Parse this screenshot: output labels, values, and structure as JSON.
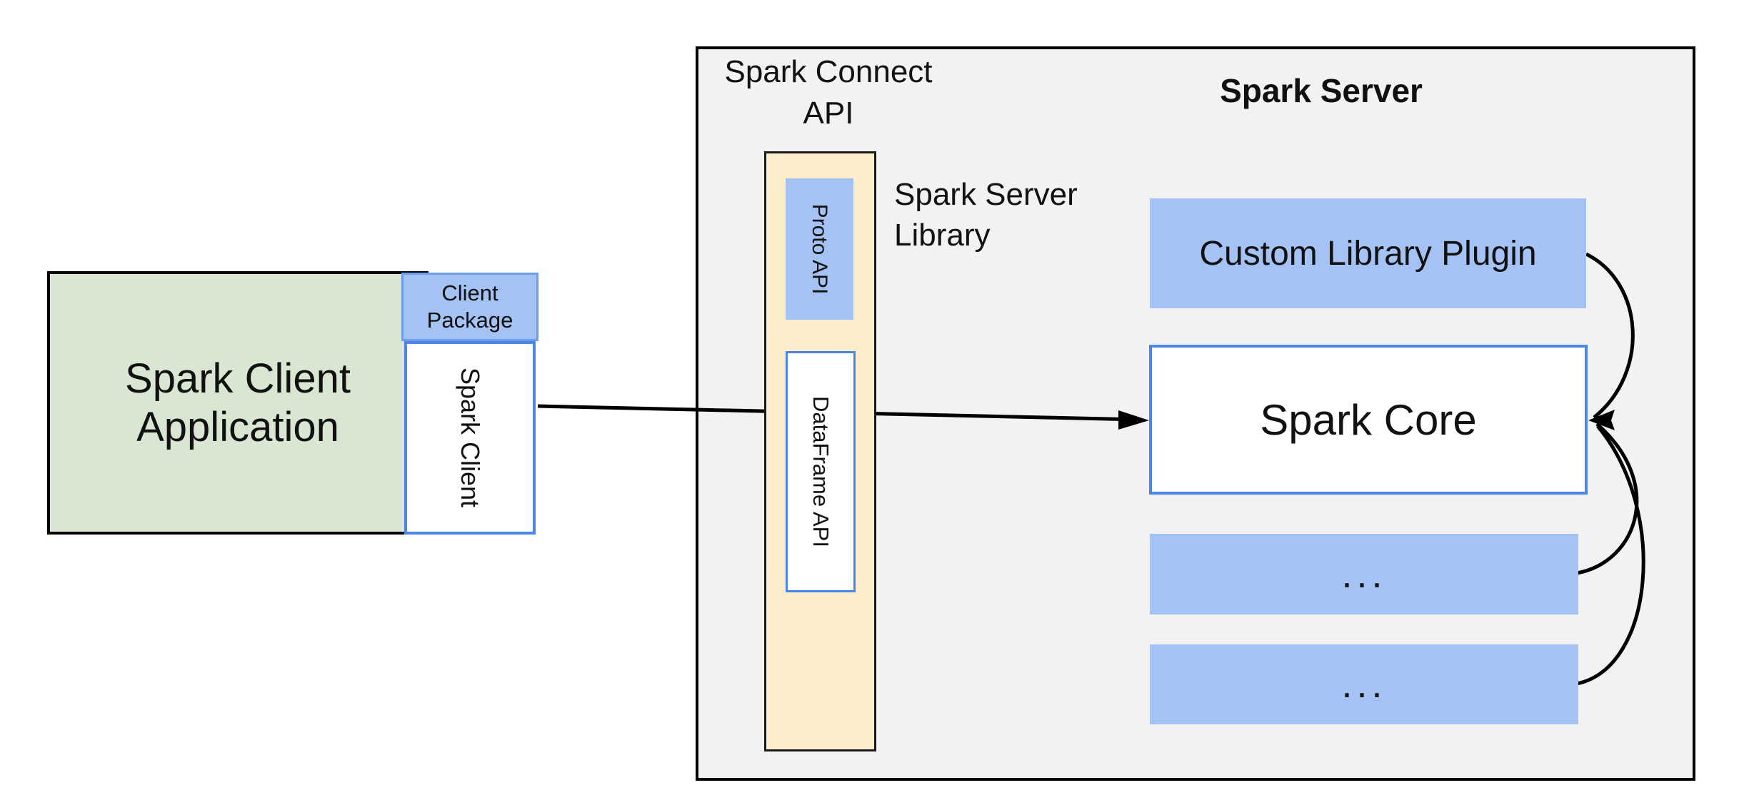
{
  "diagram": {
    "client_group": {
      "app_label": "Spark Client\nApplication",
      "client_package_label": "Client\nPackage",
      "spark_client_label": "Spark Client"
    },
    "connect_group": {
      "title": "Spark Connect\nAPI",
      "server_library_label": "Spark Server\nLibrary",
      "proto_api_label": "Proto API",
      "dataframe_api_label": "DataFrame API"
    },
    "server_group": {
      "title": "Spark Server",
      "custom_plugin_label": "Custom Library Plugin",
      "spark_core_label": "Spark Core",
      "placeholder_label_1": "...",
      "placeholder_label_2": "..."
    }
  },
  "colors": {
    "green_fill": "#d9e7d2",
    "green_border": "#000000",
    "blue_fill": "#a4c2f4",
    "blue_border": "#6d9eeb",
    "white_box_border": "#4a86e8",
    "yellow_fill": "#fdeecb",
    "yellow_border": "#1a1a1a",
    "gray_fill": "#f2f2f2",
    "gray_border": "#000000",
    "arrow": "#000000",
    "text": "#111111"
  }
}
